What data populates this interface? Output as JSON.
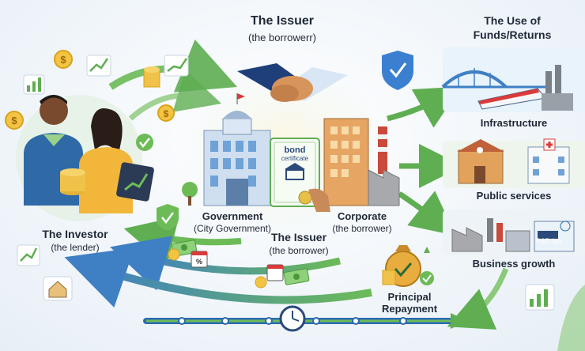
{
  "issuer_top": {
    "title": "The Issuer",
    "subtitle": "(the borrowerr)"
  },
  "use_of_funds": {
    "title_line1": "The Use of",
    "title_line2": "Funds/Returns"
  },
  "categories": {
    "infrastructure": "Infrastructure",
    "public_services": "Public services",
    "business_growth": "Business growth"
  },
  "investor": {
    "title": "The Investor",
    "subtitle": "(the lender)"
  },
  "government": {
    "title": "Government",
    "subtitle": "(City Government)"
  },
  "corporate": {
    "title": "Corporate",
    "subtitle": "(the borrower)"
  },
  "issuer_bottom": {
    "title": "The Issuer",
    "subtitle": "(the borrower)"
  },
  "bond": {
    "line1": "bond",
    "line2": "certificate"
  },
  "lab_sign": "R&D lab",
  "repayment": {
    "line1": "Principal",
    "line2": "Repayment"
  },
  "icons": [
    "dollar-coin-icon",
    "growth-chart-icon",
    "handshake-icon",
    "shield-check-icon",
    "money-bills-icon",
    "calendar-icon",
    "clock-icon",
    "house-icon",
    "money-bag-icon"
  ],
  "colors": {
    "arrow_green": "#5fae52",
    "arrow_blue": "#3f7fc4",
    "timeline": "#2b6cb0"
  }
}
